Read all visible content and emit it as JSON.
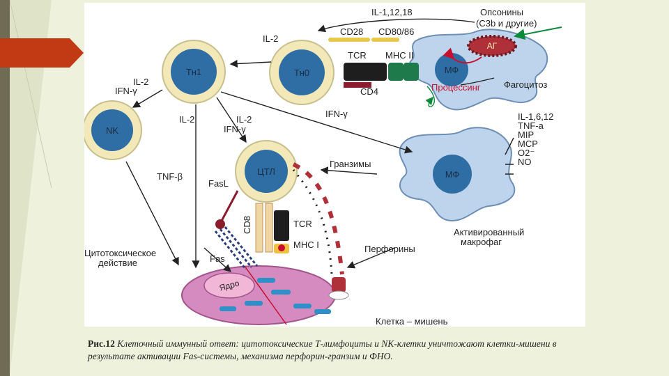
{
  "diagram": {
    "cells": {
      "th1": "Тн1",
      "th0": "Тн0",
      "nk": "NK",
      "ctl": "ЦТЛ",
      "mf_top": "МФ",
      "mf_mid": "МФ",
      "ag": "АГ",
      "nucleus": "Ядро"
    },
    "labels": {
      "il_1_12_18": "IL-1,12,18",
      "opsonins_1": "Опсонины",
      "opsonins_2": "(С3b и другие)",
      "il2_top": "IL-2",
      "cd28": "CD28",
      "cd80_86": "CD80/86",
      "tcr_top": "TCR",
      "mhc2": "MHC II",
      "cd4": "CD4",
      "processing": "Процессинг",
      "phagocytosis": "Фагоцитоз",
      "il2_nk": "IL-2",
      "ifn_nk": "IFN-γ",
      "il2_mid": "IL-2",
      "il2_ctl": "IL-2",
      "ifn_ctl": "IFN-γ",
      "ifn_mf": "IFN-γ",
      "mf_outputs": [
        "IL-1,6,12",
        "TNF-a",
        "MIP",
        "MCP",
        "O2⁻",
        "NO"
      ],
      "granzymes": "Гранзимы",
      "tnf_beta": "TNF-β",
      "fasl": "FasL",
      "cd8": "CD8",
      "tcr_bottom": "TCR",
      "mhc1": "MHC I",
      "activated_1": "Активированный",
      "activated_2": "макрофаг",
      "perforins": "Перфорины",
      "cytotoxic_1": "Цитотоксическое",
      "cytotoxic_2": "действие",
      "fas": "Fas",
      "target_cell": "Клетка – мишень"
    }
  },
  "caption": {
    "label": "Рис.12",
    "text": "Клеточный иммунный ответ: цитотоксические Т-лимфоциты и NK-клетки уничтожают клетки-мишени в результате активации Fas-системы, механизма перфорин-гранзим и ФНО."
  }
}
